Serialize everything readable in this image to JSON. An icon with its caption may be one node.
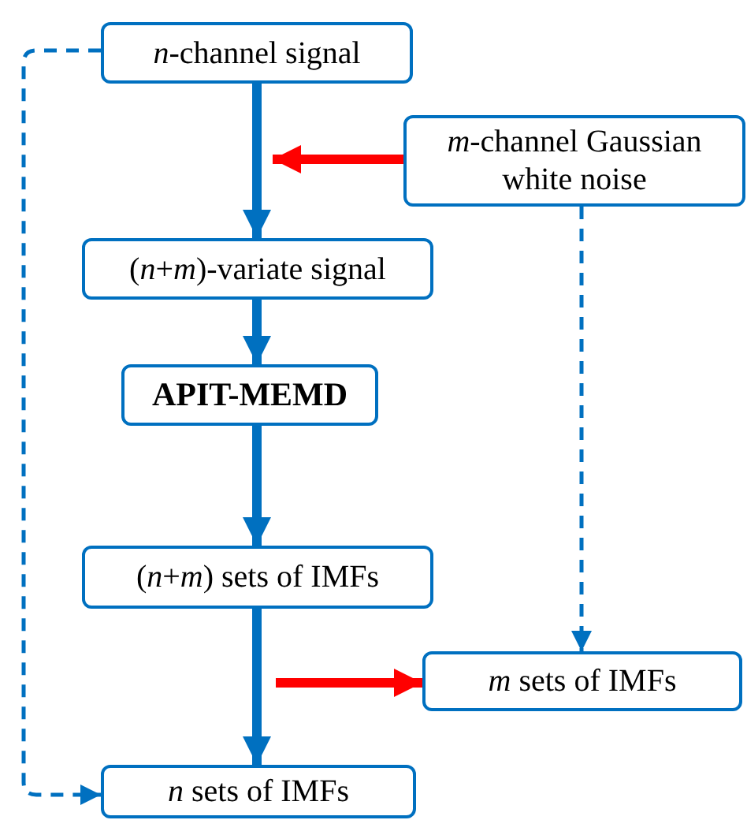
{
  "diagram": {
    "nodes": [
      {
        "text": [
          "*n*-channel signal"
        ]
      },
      {
        "text": [
          "*m*-channel Gaussian white noise"
        ]
      },
      {
        "text": [
          "(*n*+*m*)-variate signal"
        ]
      },
      {
        "text": [
          "APIT-MEMD"
        ]
      },
      {
        "text": [
          "(*n*+*m*) sets of IMFs"
        ]
      },
      {
        "text": [
          "*m* sets of IMFs"
        ]
      },
      {
        "text": [
          "*n* sets of IMFs"
        ]
      }
    ],
    "edges": [
      {
        "from": 0,
        "to": 2,
        "arrow": "to"
      },
      {
        "from": 1,
        "to": null,
        "arrow": "to",
        "color": "#ff0000"
      },
      {
        "from": 2,
        "to": 3,
        "arrow": "to"
      },
      {
        "from": 3,
        "to": 4,
        "arrow": "to"
      },
      {
        "from": 4,
        "to": 6,
        "arrow": "to"
      },
      {
        "from": null,
        "to": 5,
        "arrow": "to",
        "color": "#ff0000"
      },
      {
        "from": 1,
        "to": 5,
        "arrow": "to",
        "style": "dashed"
      },
      {
        "from": 0,
        "to": 6,
        "arrow": "to",
        "style": "dashed"
      }
    ]
  }
}
